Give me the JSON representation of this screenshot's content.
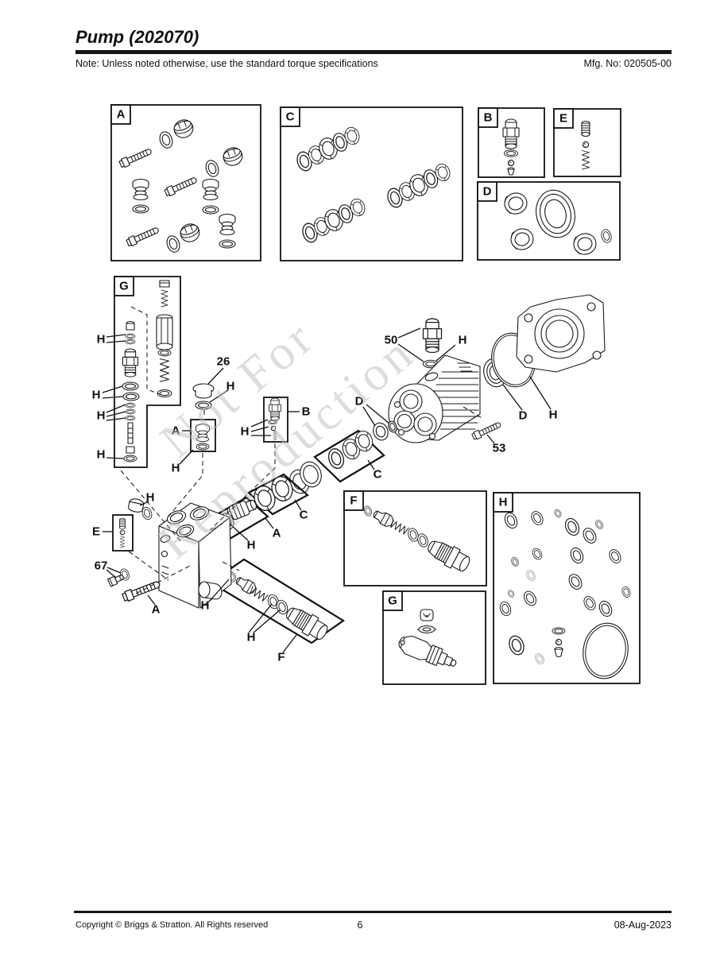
{
  "page": {
    "title": "Pump (202070)",
    "note": "Note: Unless noted otherwise, use the standard torque specifications",
    "mfg_no": "Mfg. No: 020505-00",
    "watermark_line1": "Not For",
    "watermark_line2": "Reproduction",
    "footer_copyright": "Copyright ©  Briggs & Stratton. All Rights reserved",
    "page_number": "6",
    "footer_date": "08-Aug-2023"
  },
  "diagram": {
    "box_tabs": [
      "A",
      "C",
      "B",
      "E",
      "D",
      "G",
      "F",
      "G",
      "H"
    ],
    "callouts": [
      "26",
      "H",
      "A",
      "H",
      "B",
      "H",
      "50",
      "H",
      "D",
      "53",
      "D",
      "H",
      "C",
      "C",
      "A",
      "H",
      "H",
      "E",
      "67",
      "A",
      "H",
      "H",
      "F",
      "H",
      "H",
      "H",
      "H"
    ]
  }
}
